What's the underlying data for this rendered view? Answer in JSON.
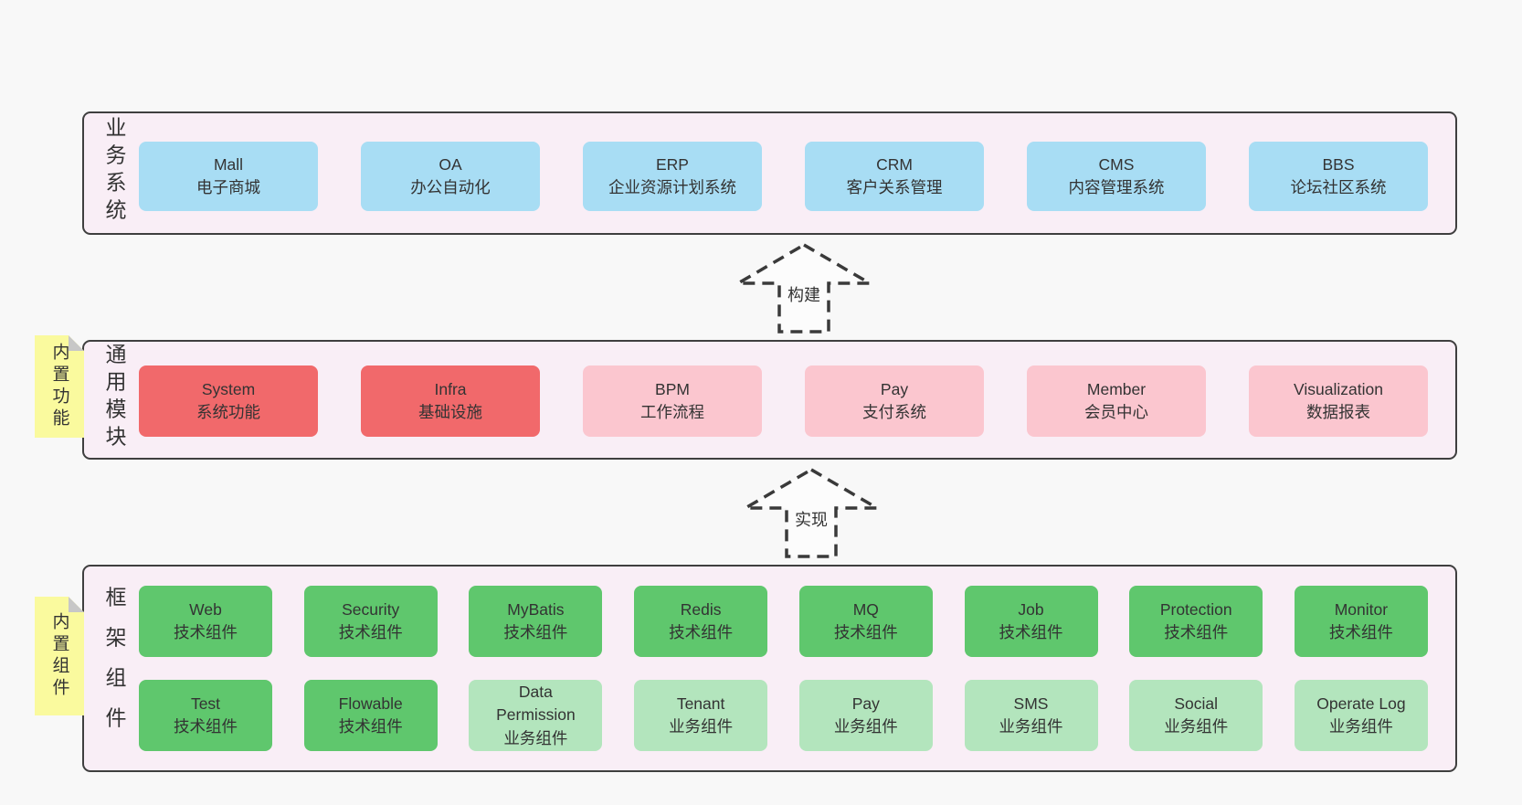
{
  "layers": {
    "business": {
      "label": "业务系统",
      "nodes": [
        {
          "name": "Mall",
          "desc": "电子商城"
        },
        {
          "name": "OA",
          "desc": "办公自动化"
        },
        {
          "name": "ERP",
          "desc": "企业资源计划系统"
        },
        {
          "name": "CRM",
          "desc": "客户关系管理"
        },
        {
          "name": "CMS",
          "desc": "内容管理系统"
        },
        {
          "name": "BBS",
          "desc": "论坛社区系统"
        }
      ]
    },
    "modules": {
      "label": "通用模块",
      "sticky": "内置功能",
      "nodes": [
        {
          "name": "System",
          "desc": "系统功能"
        },
        {
          "name": "Infra",
          "desc": "基础设施"
        },
        {
          "name": "BPM",
          "desc": "工作流程"
        },
        {
          "name": "Pay",
          "desc": "支付系统"
        },
        {
          "name": "Member",
          "desc": "会员中心"
        },
        {
          "name": "Visualization",
          "desc": "数据报表"
        }
      ]
    },
    "components": {
      "label": "框架组件",
      "sticky": "内置组件",
      "row1": [
        {
          "name": "Web",
          "desc": "技术组件"
        },
        {
          "name": "Security",
          "desc": "技术组件"
        },
        {
          "name": "MyBatis",
          "desc": "技术组件"
        },
        {
          "name": "Redis",
          "desc": "技术组件"
        },
        {
          "name": "MQ",
          "desc": "技术组件"
        },
        {
          "name": "Job",
          "desc": "技术组件"
        },
        {
          "name": "Protection",
          "desc": "技术组件"
        },
        {
          "name": "Monitor",
          "desc": "技术组件"
        }
      ],
      "row2": [
        {
          "name": "Test",
          "desc": "技术组件"
        },
        {
          "name": "Flowable",
          "desc": "技术组件"
        },
        {
          "name": "Data Permission",
          "desc": "业务组件"
        },
        {
          "name": "Tenant",
          "desc": "业务组件"
        },
        {
          "name": "Pay",
          "desc": "业务组件"
        },
        {
          "name": "SMS",
          "desc": "业务组件"
        },
        {
          "name": "Social",
          "desc": "业务组件"
        },
        {
          "name": "Operate Log",
          "desc": "业务组件"
        }
      ]
    }
  },
  "arrows": [
    {
      "label": "构建"
    },
    {
      "label": "实现"
    }
  ],
  "colors": {
    "page_bg": "#f8f8f8",
    "layer_bg": "#f9eef6",
    "layer_border": "#3f3f3f",
    "node_blue": "#a8ddf4",
    "node_red": "#f1696b",
    "node_pink": "#fbc6cf",
    "node_green": "#5fc76d",
    "node_green_light": "#b3e5bd",
    "sticky_yellow": "#fafa9e",
    "sticky_fold": "#c7c7c7",
    "text": "#333333"
  }
}
